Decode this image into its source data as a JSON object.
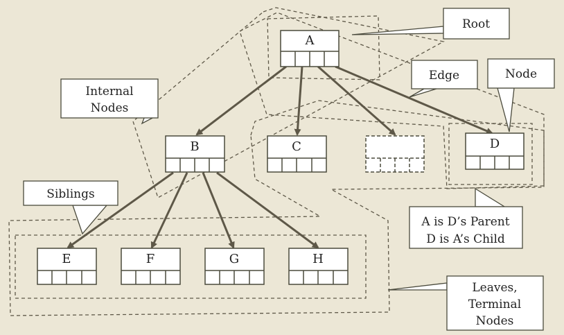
{
  "nodes": {
    "a": "A",
    "b": "B",
    "c": "C",
    "d": "D",
    "e": "E",
    "f": "F",
    "g": "G",
    "h": "H",
    "empty": ""
  },
  "callouts": {
    "root": "Root",
    "edge": "Edge",
    "node": "Node",
    "internal_nodes": [
      "Internal",
      "Nodes"
    ],
    "siblings": "Siblings",
    "parent_child": [
      "A is D’s Parent",
      "D is A’s Child"
    ],
    "leaves": [
      "Leaves,",
      "Terminal",
      "Nodes"
    ]
  }
}
